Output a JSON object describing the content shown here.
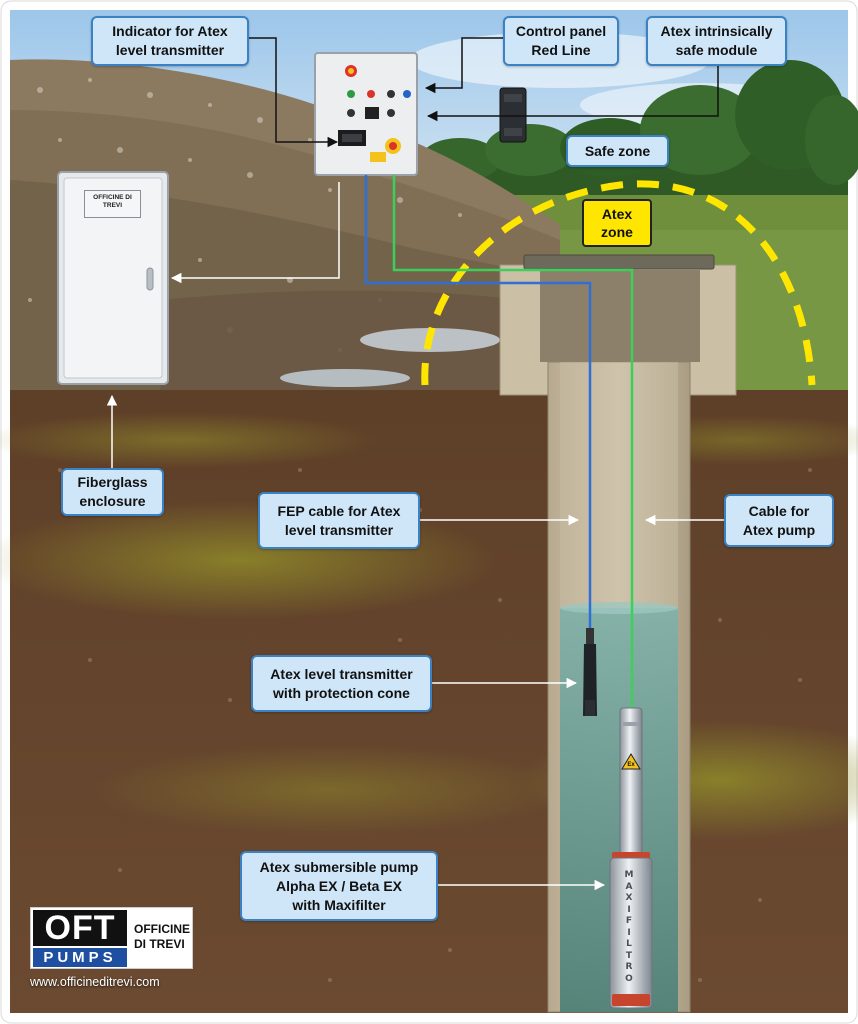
{
  "callouts": {
    "indicator_transmitter": "Indicator for Atex\nlevel transmitter",
    "control_panel": "Control panel\nRed Line",
    "intrinsic_module": "Atex intrinsically\nsafe module",
    "safe_zone": "Safe zone",
    "fiberglass_enclosure": "Fiberglass\nenclosure",
    "fep_cable": "FEP cable for Atex\nlevel transmitter",
    "pump_cable": "Cable for\nAtex pump",
    "level_transmitter": "Atex level transmitter\nwith protection cone",
    "submersible_pump": "Atex submersible pump\nAlpha EX / Beta EX\nwith Maxifilter"
  },
  "zones": {
    "atex_zone": "Atex\nzone"
  },
  "enclosure_sign": {
    "title": "OFFICINE DI TREVI"
  },
  "pump": {
    "ex_mark": "Ex",
    "filter_label": "M\nA\nX\nI\nF\nI\nL\nT\nR\nO"
  },
  "logo": {
    "oft": "OFT",
    "pumps": "PUMPS",
    "company": "OFFICINE\nDI TREVI",
    "website": "www.officineditrevi.com"
  },
  "colors": {
    "callout_fill": "#cfe6f9",
    "callout_border": "#3b82c4",
    "atex_zone_yellow": "#ffe600",
    "fep_cable_blue": "#2f6fd6",
    "pump_cable_green": "#3ccf5a",
    "soil": "#6e4a2f",
    "water": "#5f8f86",
    "concrete": "#cbbfa6",
    "sky": "#bcd9f0"
  },
  "icons": [
    "control-panel-icon",
    "safety-barrier-module-icon",
    "level-transmitter-icon",
    "submersible-pump-icon",
    "fiberglass-cabinet-icon",
    "ex-mark-icon"
  ]
}
